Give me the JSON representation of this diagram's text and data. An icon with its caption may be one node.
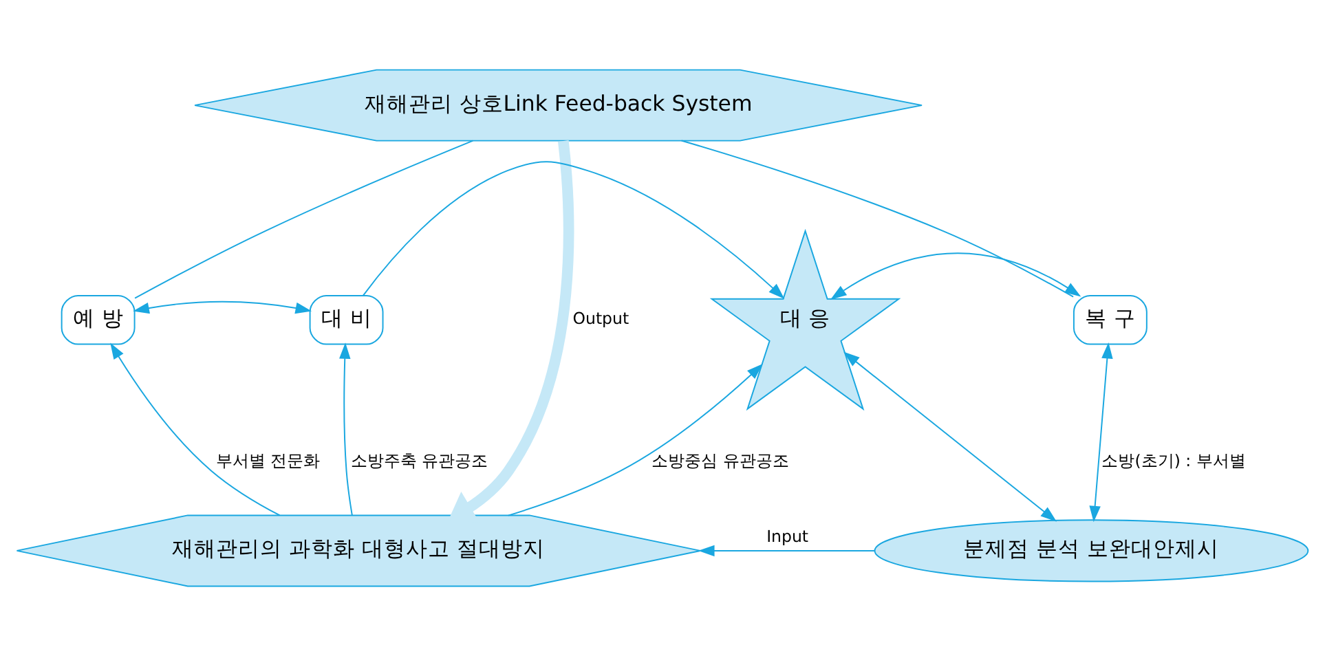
{
  "diagram": {
    "nodes": [
      {
        "text": [
          "재해관리 상호Link Feed-back System"
        ]
      },
      {
        "text": [
          "예 방"
        ]
      },
      {
        "text": [
          "대 비"
        ]
      },
      {
        "text": [
          "대 응"
        ]
      },
      {
        "text": [
          "복 구"
        ]
      },
      {
        "text": [
          "재해관리의 과학화 대형사고 절대방지"
        ]
      },
      {
        "text": [
          "분제점 분석 보완대안제시"
        ]
      }
    ],
    "edges": [
      {
        "from": 0,
        "to": 1,
        "arrow": "none"
      },
      {
        "from": 0,
        "to": 4,
        "arrow": "none"
      },
      {
        "from": 1,
        "to": 2,
        "arrow": "both"
      },
      {
        "from": 2,
        "to": 3,
        "arrow": "to"
      },
      {
        "from": 3,
        "to": 4,
        "arrow": "both"
      },
      {
        "from": 0,
        "to": 5,
        "arrow": "to",
        "label": "Output",
        "style": "thick",
        "color": "#c5e8f7"
      },
      {
        "from": 5,
        "to": 1,
        "arrow": "to",
        "label": "부서별 전문화"
      },
      {
        "from": 5,
        "to": 2,
        "arrow": "to",
        "label": "소방주축 유관공조"
      },
      {
        "from": 5,
        "to": 3,
        "arrow": "to",
        "label": "소방중심 유관공조"
      },
      {
        "from": 3,
        "to": 6,
        "arrow": "both"
      },
      {
        "from": 4,
        "to": 6,
        "arrow": "both",
        "label": "소방(초기) : 부서별"
      },
      {
        "from": 6,
        "to": 5,
        "arrow": "to",
        "label": "Input"
      }
    ]
  }
}
